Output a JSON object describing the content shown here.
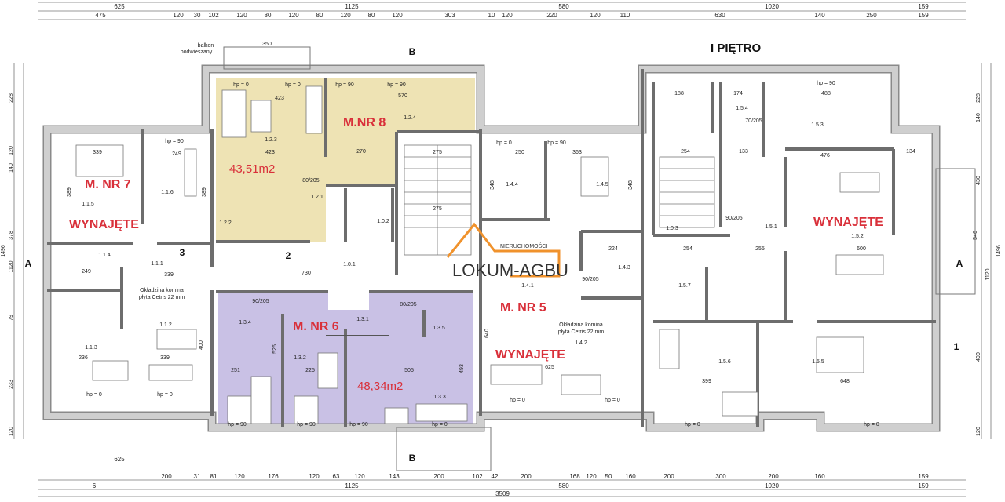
{
  "title": "I PIĘTRO",
  "apartments": {
    "m8": {
      "name": "M.NR 8",
      "area": "43,51m2"
    },
    "m7": {
      "name": "M. NR 7",
      "status": "WYNAJĘTE"
    },
    "m6": {
      "name": "M. NR 6",
      "area": "48,34m2"
    },
    "m5": {
      "name": "M. NR 5",
      "status": "WYNAJĘTE"
    },
    "m_right": {
      "status": "WYNAJĘTE"
    }
  },
  "colors": {
    "m8_fill": "#eee3b4",
    "m6_fill": "#c9c1e5",
    "label_red": "#d9303a",
    "brand_orange": "#f0922c"
  },
  "watermark": {
    "brand": "LOKUM-AGBU",
    "sub": "NIERUCHOMOŚCI"
  },
  "balcony": {
    "label1": "balkon",
    "label2": "podwieszany",
    "width": "350"
  },
  "chimney_note": {
    "line1": "Okładzina komina",
    "line2": "płyta Cetris 22 mm"
  },
  "section_marks": {
    "b_top": "B",
    "b_bottom": "B",
    "a_left": "A",
    "a_right": "A",
    "axis1": "1",
    "n2": "2",
    "n3": "3"
  },
  "dims_top": {
    "row1": [
      "625",
      "1125",
      "580",
      "1020",
      "159"
    ],
    "row2": [
      "475",
      "120",
      "30",
      "102",
      "120",
      "80",
      "120",
      "80",
      "120",
      "80",
      "120",
      "303",
      "10",
      "120",
      "220",
      "120",
      "110",
      "630",
      "140",
      "250",
      "159"
    ]
  },
  "dims_bottom": {
    "row1": [
      "200",
      "31",
      "81",
      "120",
      "176",
      "120",
      "63",
      "120",
      "143",
      "200",
      "102",
      "42",
      "200",
      "168",
      "120",
      "50",
      "160",
      "200",
      "300",
      "200",
      "160",
      "159"
    ],
    "row2": [
      "625",
      "6",
      "1125",
      "580",
      "1020",
      "159"
    ],
    "total": "3509"
  },
  "dims_side": {
    "left": [
      "228",
      "140",
      "120",
      "378",
      "1120",
      "1496",
      "79",
      "233",
      "120"
    ],
    "right": [
      "228",
      "140",
      "430",
      "546",
      "1120",
      "1496",
      "490",
      "120"
    ]
  },
  "rooms": {
    "r111": "1.1.1",
    "r112": "1.1.2",
    "r113": "1.1.3",
    "r114": "1.1.4",
    "r115": "1.1.5",
    "r116": "1.1.6",
    "r121": "1.2.1",
    "r122": "1.2.2",
    "r123": "1.2.3",
    "r124": "1.2.4",
    "r101": "1.0.1",
    "r102": "1.0.2",
    "r103": "1.0.3",
    "r131": "1.3.1",
    "r132": "1.3.2",
    "r133": "1.3.3",
    "r134": "1.3.4",
    "r135": "1.3.5",
    "r141": "1.4.1",
    "r142": "1.4.2",
    "r143": "1.4.3",
    "r144": "1.4.4",
    "r145": "1.4.5",
    "r151": "1.5.1",
    "r152": "1.5.2",
    "r153": "1.5.3",
    "r154": "1.5.4",
    "r155": "1.5.5",
    "r156": "1.5.6",
    "r157": "1.5.7"
  },
  "hp": {
    "h0": "hp = 0",
    "h90": "hp = 90"
  },
  "inner_dims": {
    "d423": "423",
    "d570": "570",
    "d270": "270",
    "d275": "275",
    "d730": "730",
    "d339": "339",
    "d249": "249",
    "d236": "236",
    "d251": "251",
    "d225": "225",
    "d505": "505",
    "d625": "625",
    "d363": "363",
    "d250": "250",
    "d224": "224",
    "d188": "188",
    "d174": "174",
    "d488": "488",
    "d254": "254",
    "d133": "133",
    "d476": "476",
    "d134": "134",
    "d255": "255",
    "d600": "600",
    "d399": "399",
    "d648": "648",
    "d400": "400",
    "d389": "389",
    "d348": "348",
    "d640": "640",
    "d526": "526",
    "d493": "493",
    "d90_205": "90/205",
    "d80_205": "80/205",
    "d70_205": "70/205"
  }
}
